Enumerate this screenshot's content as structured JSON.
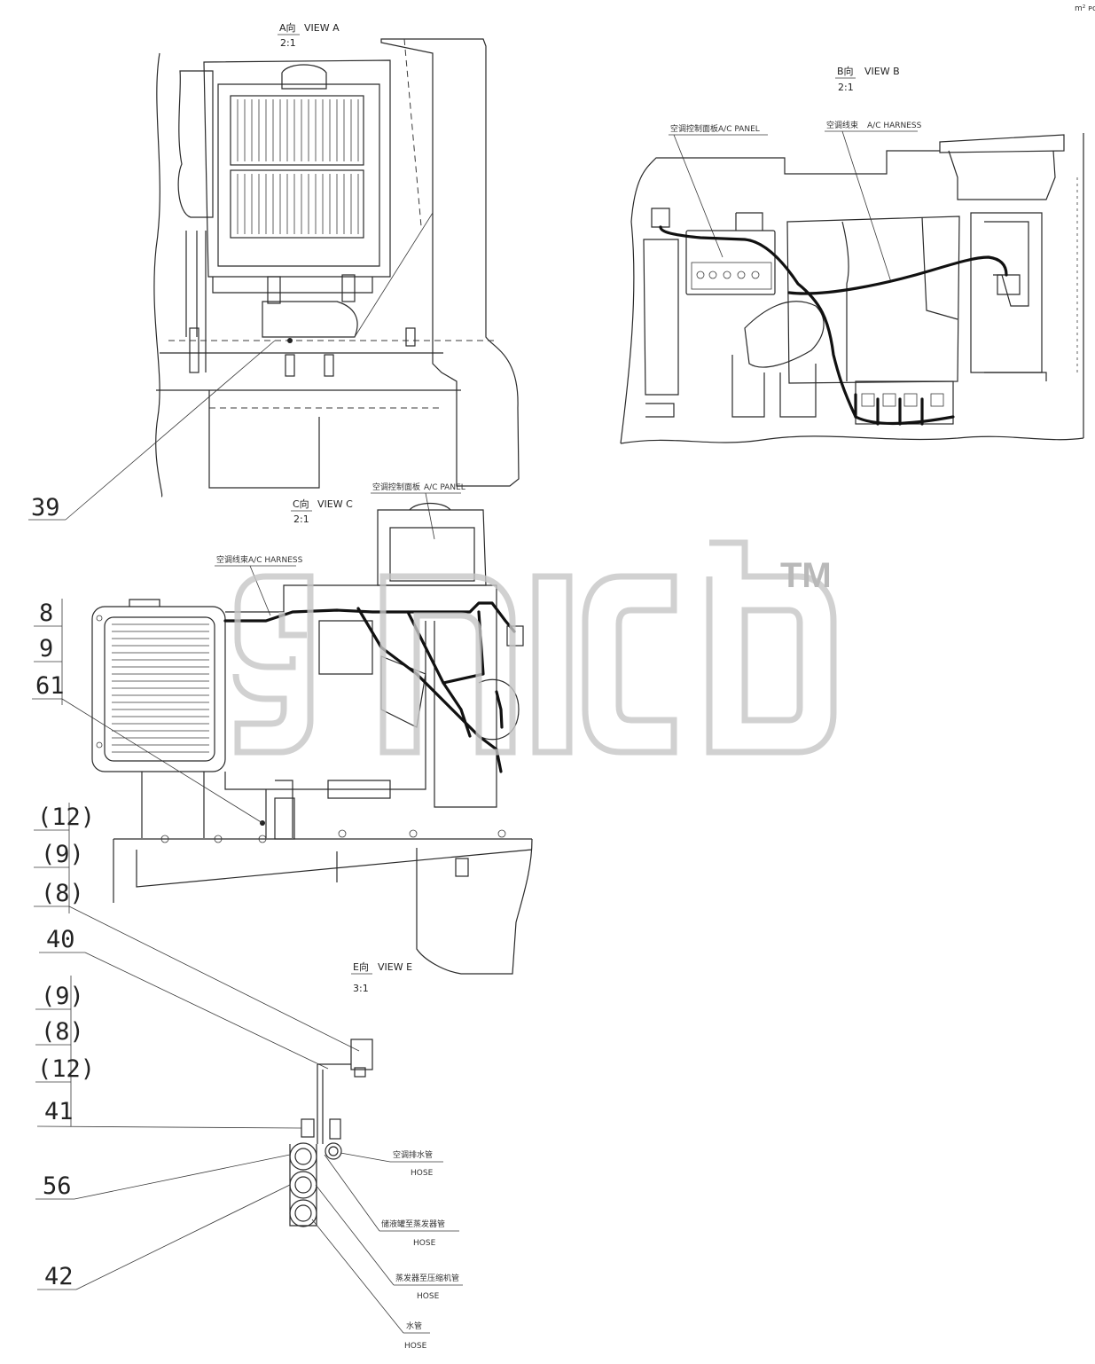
{
  "corner_mark": "m² ᴘᴄᴅ",
  "trademark": "TM",
  "views": [
    {
      "id": "A",
      "prefix": "A向",
      "title": "VIEW A",
      "scale": "2:1"
    },
    {
      "id": "B",
      "prefix": "B向",
      "title": "VIEW B",
      "scale": "2:1"
    },
    {
      "id": "C",
      "prefix": "C向",
      "title": "VIEW C",
      "scale": "2:1"
    },
    {
      "id": "E",
      "prefix": "E向",
      "title": "VIEW E",
      "scale": "3:1"
    }
  ],
  "annotations": {
    "b_panel_cn": "空调控制面板",
    "b_panel": "A/C PANEL",
    "b_harness_cn": "空调线束",
    "b_harness": "A/C HARNESS",
    "c_panel_cn": "空调控制面板",
    "c_panel": "A/C PANEL",
    "c_harness_cn": "空调线束",
    "c_harness": "A/C HARNESS"
  },
  "callouts": [
    "39",
    "8",
    "9",
    "61",
    "(12)",
    "(9)",
    "(8)",
    "40",
    "(9)",
    "(8)",
    "(12)",
    "41",
    "56",
    "42"
  ],
  "hoses": [
    {
      "cn": "空调排水管",
      "en": "HOSE"
    },
    {
      "cn": "储液罐至蒸发器管",
      "en": "HOSE"
    },
    {
      "cn": "蒸发器至压缩机管",
      "en": "HOSE"
    },
    {
      "cn": "水管",
      "en": "HOSE"
    }
  ]
}
